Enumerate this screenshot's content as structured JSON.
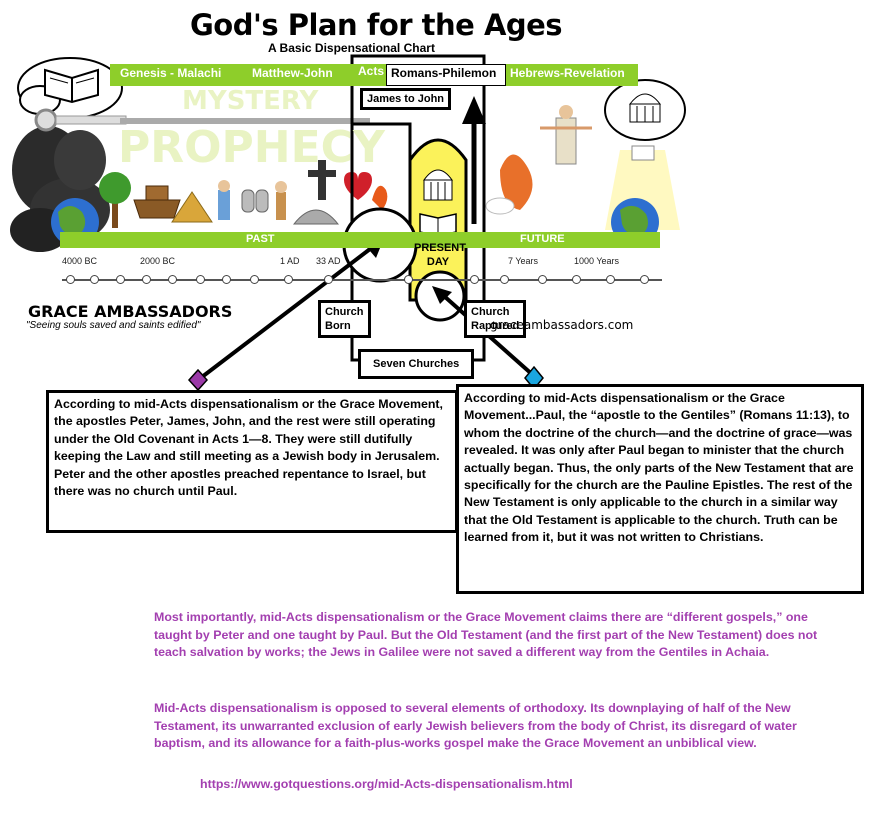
{
  "header": {
    "title": "God's Plan for the Ages",
    "subtitle": "A Basic Dispensational Chart"
  },
  "bands": {
    "genesis": "Genesis - Malachi",
    "matthew": "Matthew-John",
    "acts": "Acts",
    "romans": "Romans-Philemon",
    "hebrews": "Hebrews-Revelation"
  },
  "background_words": {
    "mystery": "MYSTERY",
    "prophecy": "PROPHECY"
  },
  "ground": {
    "past": "PAST",
    "future": "FUTURE"
  },
  "present_day": {
    "line1": "PRESENT",
    "line2": "DAY"
  },
  "timeline_labels": [
    "4000 BC",
    "2000 BC",
    "1 AD",
    "33 AD",
    "7 Years",
    "1000 Years"
  ],
  "labels": {
    "james_to_john": "James to John",
    "church_born_1": "Church",
    "church_born_2": "Born",
    "church_raptured_1": "Church",
    "church_raptured_2": "Raptured",
    "seven_churches": "Seven Churches"
  },
  "branding": {
    "name": "GRACE AMBASSADORS",
    "tagline": "\"Seeing souls saved and saints edified\"",
    "url": "graceambassadors.com"
  },
  "box_left": "According to mid-Acts dispensationalism or the Grace Movement, the apostles Peter, James, John, and the rest were still operating under the Old Covenant in Acts 1—8. They were still dutifully keeping the Law and still meeting as a Jewish body in Jerusalem. Peter and the other apostles preached repentance to Israel, but there was no church until Paul.",
  "box_right": "According to mid-Acts dispensationalism or the Grace Movement...Paul, the “apostle to the Gentiles” (Romans 11:13), to whom the doctrine of the church—and the doctrine of grace—was revealed. It was only after Paul began to minister that the church actually began. Thus, the only parts of the New Testament that are specifically for the church are the Pauline Epistles. The rest of the New Testament is only applicable to the church in a similar way that the Old Testament is applicable to the church. Truth can be learned from it, but it was not written to Christians.",
  "para1": "Most importantly, mid-Acts dispensationalism or the Grace Movement claims there are “different gospels,” one taught by Peter and one taught by Paul. But the Old Testament (and the first part of the New Testament) does not teach salvation by works; the Jews in Galilee were not saved a different way from the Gentiles in Achaia.",
  "para2": "Mid-Acts dispensationalism is opposed to several elements of orthodoxy. Its downplaying of half of the New Testament, its unwarranted exclusion of early Jewish believers from the body of Christ, its disregard of water baptism, and its allowance for a faith-plus-works gospel make the Grace Movement an unbiblical view.",
  "source_url": "https://www.gotquestions.org/mid-Acts-dispensationalism.html",
  "colors": {
    "band_green": "#8ece2a",
    "faded_green": "#e9f3c3",
    "present_yellow": "#fbf25a",
    "text_purple": "#a33fb0",
    "diamond_left": "#9b3aa8",
    "diamond_right": "#1aa6e0"
  }
}
